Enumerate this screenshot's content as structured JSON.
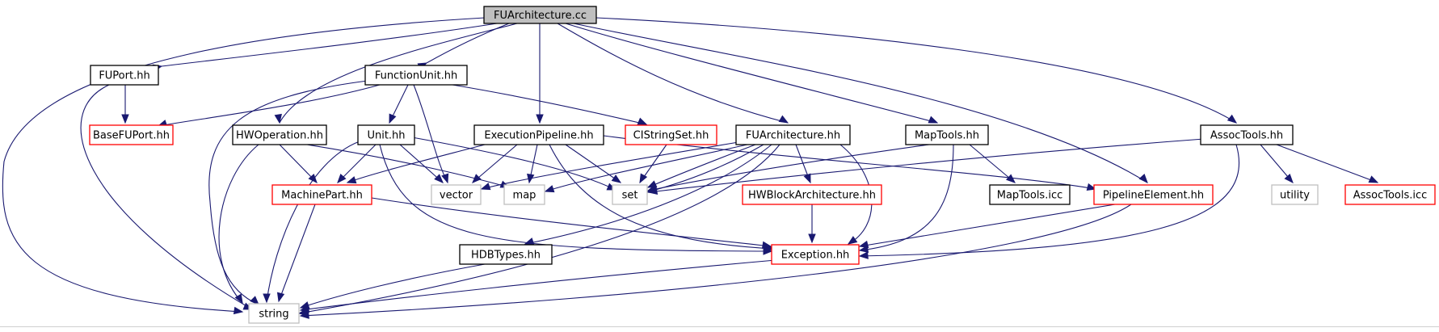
{
  "colors": {
    "edge": "#191970",
    "border_normal": "#000000",
    "border_incomplete": "#ff0000",
    "border_system": "#bfbfbf",
    "root_fill": "#bfbfbf"
  },
  "nodes": {
    "root": "FUArchitecture.cc",
    "fuport": "FUPort.hh",
    "functionunit": "FunctionUnit.hh",
    "basefuport": "BaseFUPort.hh",
    "hwoperation": "HWOperation.hh",
    "unit": "Unit.hh",
    "executionpipeline": "ExecutionPipeline.hh",
    "cistringset": "CIStringSet.hh",
    "fuarchitecture": "FUArchitecture.hh",
    "maptools": "MapTools.hh",
    "assoctools": "AssocTools.hh",
    "machinepart": "MachinePart.hh",
    "vector": "vector",
    "map": "map",
    "set": "set",
    "hwblockarchitecture": "HWBlockArchitecture.hh",
    "maptoolsicc": "MapTools.icc",
    "pipelineelement": "PipelineElement.hh",
    "utility": "utility",
    "assoctoolsicc": "AssocTools.icc",
    "hdbtypes": "HDBTypes.hh",
    "exception": "Exception.hh",
    "string": "string"
  }
}
